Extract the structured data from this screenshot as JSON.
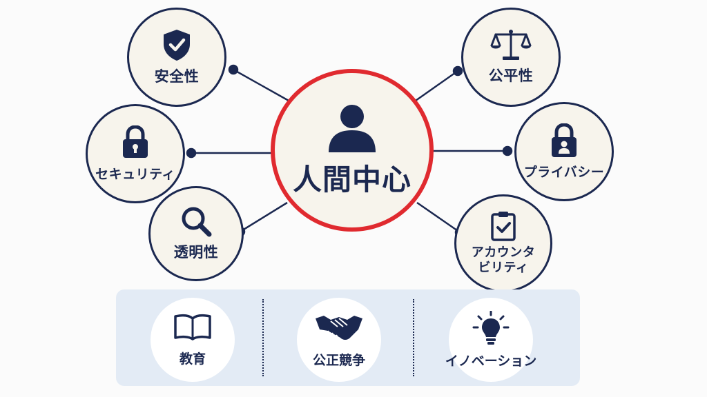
{
  "center": {
    "label": "人間中心",
    "icon": "person-icon"
  },
  "principles": {
    "safety": {
      "label": "安全性",
      "icon": "shield-check-icon"
    },
    "security": {
      "label": "セキュリティ",
      "icon": "lock-icon"
    },
    "transparency": {
      "label": "透明性",
      "icon": "magnifier-icon"
    },
    "fairness": {
      "label": "公平性",
      "icon": "scales-icon"
    },
    "privacy": {
      "label": "プライバシー",
      "icon": "person-lock-icon"
    },
    "accountability": {
      "label": "アカウンタ\nビリティ",
      "icon": "clipboard-check-icon"
    }
  },
  "foundations": {
    "education": {
      "label": "教育",
      "icon": "book-icon"
    },
    "competition": {
      "label": "公正競争",
      "icon": "handshake-icon"
    },
    "innovation": {
      "label": "イノベーション",
      "icon": "lightbulb-icon"
    }
  },
  "colors": {
    "navy": "#1b2850",
    "accent_red": "#e02a2f",
    "node_fill": "#f7f4ec",
    "panel": "#e3ebf5"
  }
}
